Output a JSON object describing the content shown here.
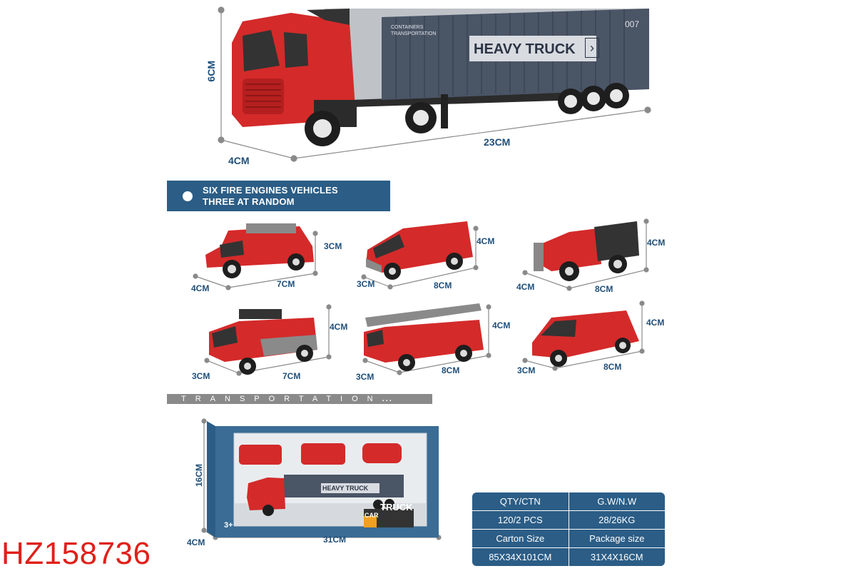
{
  "main_truck": {
    "height": "6CM",
    "length": "23CM",
    "width": "4CM",
    "container_label": "HEAVY TRUCK",
    "container_small_text_1": "CONTAINERS",
    "container_small_text_2": "TRANSPORTATION",
    "container_number": "007"
  },
  "banner": {
    "line1": "SIX FIRE ENGINES VEHICLES",
    "line2": "THREE AT RANDOM"
  },
  "vehicles": [
    {
      "height": "3CM",
      "length": "7CM",
      "width": "4CM"
    },
    {
      "height": "4CM",
      "length": "8CM",
      "width": "3CM"
    },
    {
      "height": "4CM",
      "length": "8CM",
      "width": "4CM"
    },
    {
      "height": "4CM",
      "length": "7CM",
      "width": "3CM"
    },
    {
      "height": "4CM",
      "length": "8CM",
      "width": "3CM"
    },
    {
      "height": "4CM",
      "length": "8CM",
      "width": "3CM"
    }
  ],
  "transport_bar": "TRANSPORTATION",
  "package": {
    "height": "16CM",
    "length": "31CM",
    "width": "4CM",
    "truck_label": "HEAVY TRUCK",
    "brand_truck": "TRUCK",
    "brand_car": "CAR",
    "age": "3+"
  },
  "spec_table": [
    [
      "QTY/CTN",
      "G.W/N.W"
    ],
    [
      "120/2 PCS",
      "28/26KG"
    ],
    [
      "Carton Size",
      "Package size"
    ],
    [
      "85X34X101CM",
      "31X4X16CM"
    ]
  ],
  "item_code": "HZ158736",
  "colors": {
    "accent_blue": "#2b5d86",
    "truck_red": "#d42a2a",
    "container_grey": "#4a5566",
    "code_red": "#e0201a"
  }
}
